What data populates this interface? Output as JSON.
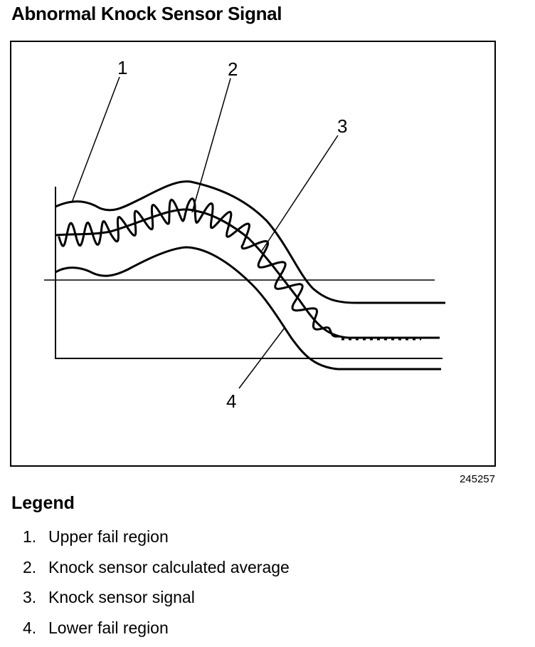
{
  "title": "Abnormal Knock Sensor Signal",
  "figure_id": "245257",
  "callouts": [
    "1",
    "2",
    "3",
    "4"
  ],
  "legend": {
    "heading": "Legend",
    "items": [
      {
        "num": "1.",
        "label": "Upper fail region"
      },
      {
        "num": "2.",
        "label": "Knock sensor calculated average"
      },
      {
        "num": "3.",
        "label": "Knock sensor signal"
      },
      {
        "num": "4.",
        "label": "Lower fail region"
      }
    ]
  }
}
